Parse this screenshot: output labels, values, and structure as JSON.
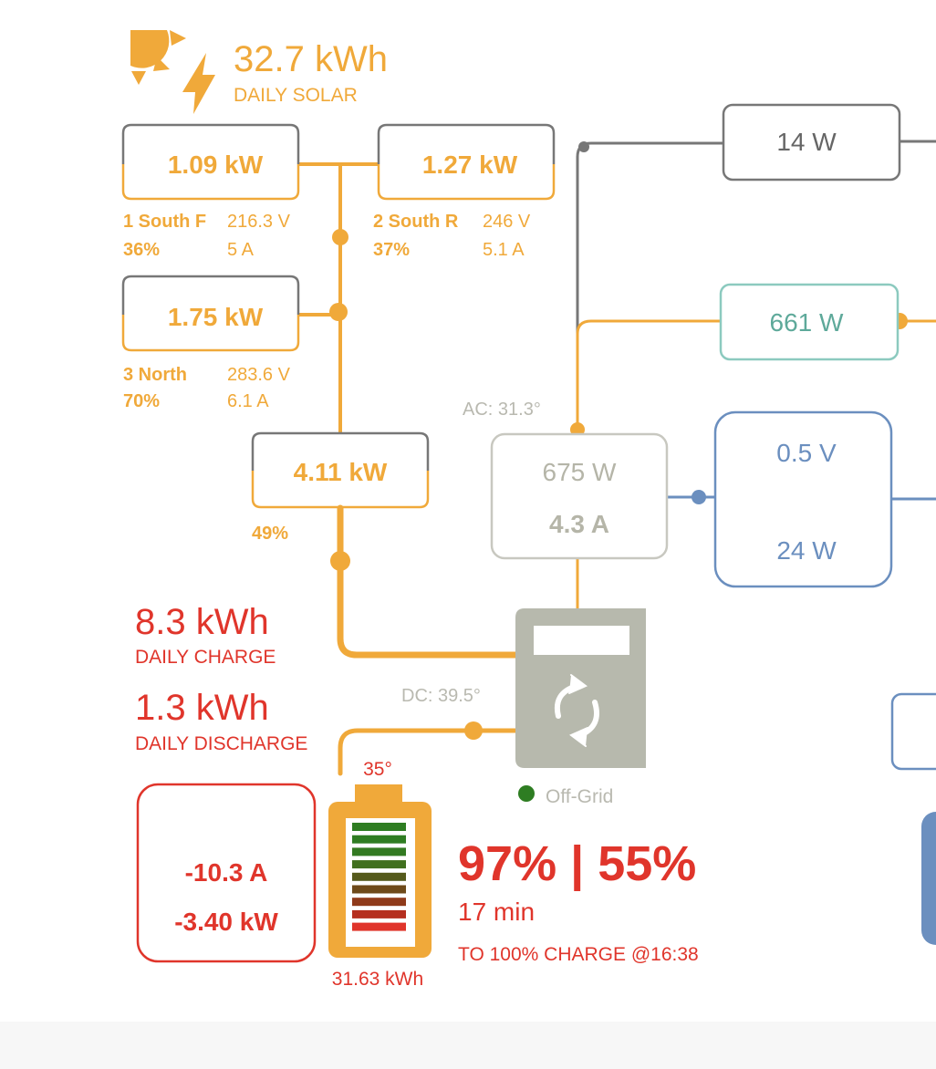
{
  "colors": {
    "solar": "#f0a93a",
    "battery": "#e0352b",
    "inverter": "#b7b9ad",
    "load": "#5ea99a",
    "grid": "#6b8fbf",
    "aux": "#777777",
    "status_ok": "#2e7d22"
  },
  "solar": {
    "icon": "sun-bolt-icon",
    "daily_value": "32.7 kWh",
    "daily_label": "DAILY SOLAR",
    "strings": [
      {
        "power": "1.09 kW",
        "name": "1 South F",
        "voltage": "216.3 V",
        "percent": "36%",
        "current": "5 A"
      },
      {
        "power": "1.27 kW",
        "name": "2 South R",
        "voltage": "246 V",
        "percent": "37%",
        "current": "5.1 A"
      },
      {
        "power": "1.75 kW",
        "name": "3 North",
        "voltage": "283.6 V",
        "percent": "70%",
        "current": "6.1 A"
      }
    ],
    "total_power": "4.11 kW",
    "total_percent": "49%"
  },
  "aux": {
    "power": "14 W"
  },
  "load": {
    "power": "661 W"
  },
  "inverter": {
    "ac_temp": "AC: 31.3°",
    "power": "675 W",
    "current": "4.3 A",
    "dc_temp": "DC: 39.5°",
    "status": "Off-Grid",
    "icon": "refresh-icon"
  },
  "grid": {
    "voltage": "0.5 V",
    "power": "24 W"
  },
  "battery": {
    "daily_charge_value": "8.3 kWh",
    "daily_charge_label": "DAILY CHARGE",
    "daily_discharge_value": "1.3 kWh",
    "daily_discharge_label": "DAILY DISCHARGE",
    "current": "-10.3 A",
    "power": "-3.40 kW",
    "temp": "35°",
    "capacity": "31.63 kWh",
    "soc": "97% | 55%",
    "time_remaining": "17 min",
    "time_label": "TO 100% CHARGE @16:38",
    "level_fraction": 0.97,
    "bar_colors": [
      "#2e7d22",
      "#2f7d22",
      "#337a22",
      "#41701f",
      "#555a1c",
      "#6e4a1a",
      "#8f3a1a",
      "#b52f1f",
      "#e0352b"
    ]
  }
}
